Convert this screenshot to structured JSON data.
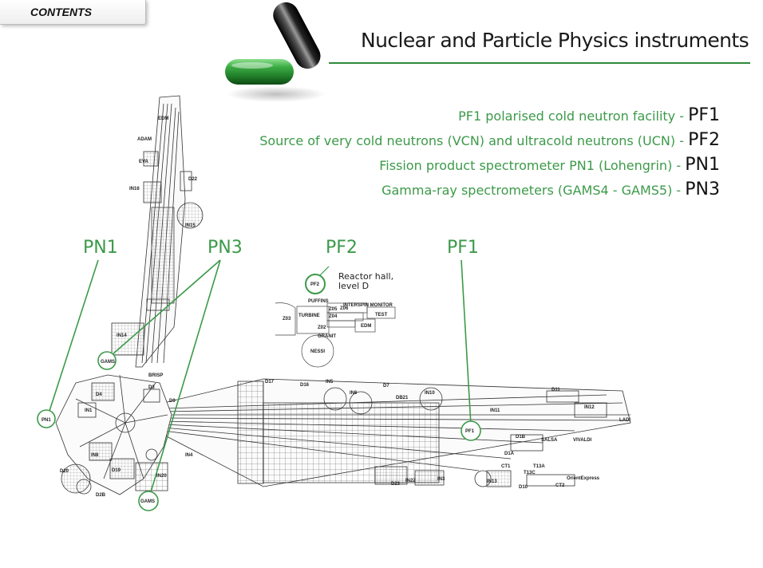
{
  "nav": {
    "contents_label": "CONTENTS"
  },
  "header": {
    "title": "Nuclear and Particle Physics instruments"
  },
  "legend": [
    {
      "description": "PF1 polarised cold neutron facility - ",
      "code": "PF1"
    },
    {
      "description": "Source of very cold neutrons (VCN) and ultracold neutrons (UCN) - ",
      "code": "PF2"
    },
    {
      "description": "Fission product spectrometer PN1 (Lohengrin) - ",
      "code": "PN1"
    },
    {
      "description": "Gamma-ray spectrometers (GAMS4 - GAMS5) - ",
      "code": "PN3"
    }
  ],
  "callouts": {
    "pn1": "PN1",
    "pn3": "PN3",
    "pf2": "PF2",
    "pf1": "PF1"
  },
  "reactor_hall": {
    "line1": "Reactor hall,",
    "line2": "level D"
  },
  "instrument_labels": {
    "edm": "EDM",
    "adam": "ADAM",
    "eva": "EVA",
    "in16": "IN16",
    "d22": "D22",
    "in15": "IN15",
    "in14": "IN14",
    "gams_upper": "GAMS",
    "brisp": "BRISP",
    "d3": "D3",
    "d4": "D4",
    "d9": "D9",
    "in1": "IN1",
    "pn1_marker": "PN1",
    "in8": "IN8",
    "d20": "D20",
    "d19": "D19",
    "d2b": "D2B",
    "in20": "IN20",
    "gams_lower": "GAMS",
    "in4": "IN4",
    "d17": "D17",
    "d16": "D16",
    "in5": "IN5",
    "in6": "IN6",
    "d7": "D7",
    "db21": "DB21",
    "in10": "IN10",
    "d11": "D11",
    "in11": "IN11",
    "in12": "IN12",
    "ladi": "LADI",
    "pf1_marker": "PF1",
    "d1b": "D1B",
    "salsa": "SALSA",
    "vivaldi": "VIVALDI",
    "d1a": "D1A",
    "t13a": "T13A",
    "t13c": "T13C",
    "ct1": "CT1",
    "d10": "D10",
    "ct2": "CT2",
    "orient_express": "OrientExpress",
    "d23": "D23",
    "in22": "IN22",
    "in3": "IN3",
    "in13": "IN13",
    "pf2_marker": "PF2",
    "puffins": "PUFFINS",
    "turbine": "TURBINE",
    "z05": "Z05",
    "z04": "Z04",
    "z03": "Z03",
    "z02": "Z02",
    "z06": "Z06",
    "test": "TEST",
    "edm_d": "EDM",
    "nessi": "NESSI",
    "gravity": "GRANIT",
    "interf": "INTERSPIN MONITOR"
  },
  "colors": {
    "accent": "#3c9a49",
    "rule": "#2f8a3c",
    "capsule_green": "#2e9a3a",
    "capsule_black": "#111111"
  },
  "icons": {
    "capsule": "capsule-icon"
  }
}
